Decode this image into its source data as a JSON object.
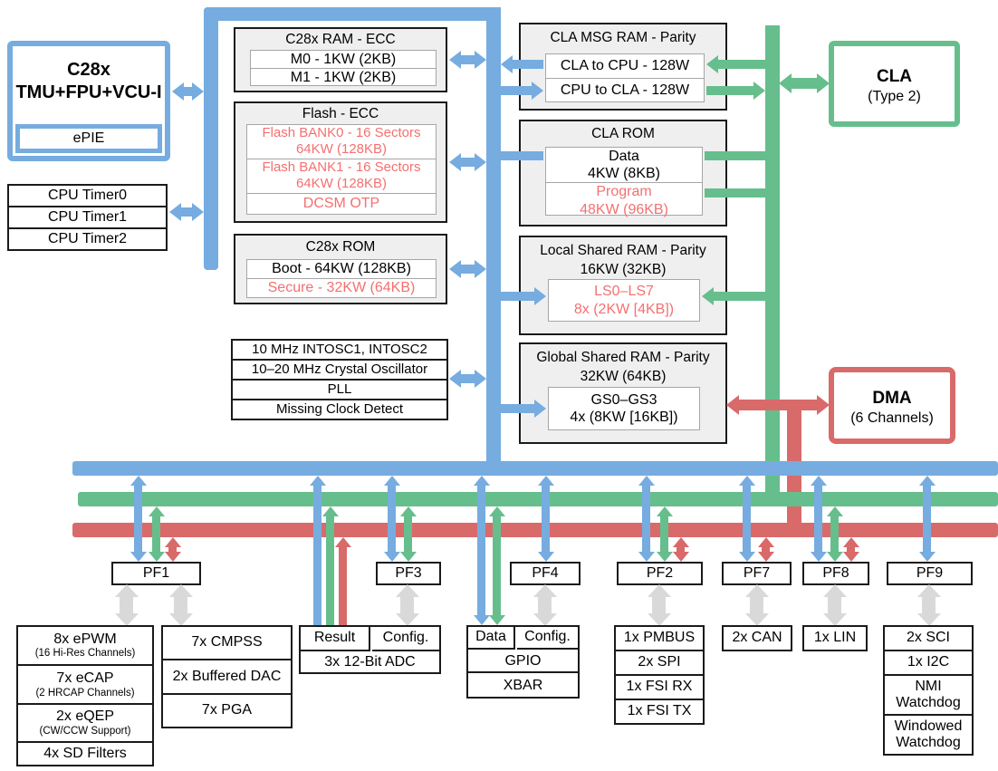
{
  "colors": {
    "blue": "#76ACDF",
    "green": "#66BE8D",
    "red": "#D96A6A",
    "redtext": "#F47070",
    "grayarrow": "#D9D9D9",
    "grayblock": "#EFEFEF"
  },
  "cpu": {
    "title": "C28x\nTMU+FPU+VCU-I",
    "sub": "ePIE"
  },
  "timers": {
    "rows": [
      "CPU Timer0",
      "CPU Timer1",
      "CPU Timer2"
    ]
  },
  "c28x_ram": {
    "title": "C28x RAM - ECC",
    "rows": [
      "M0 - 1KW (2KB)",
      "M1 - 1KW (2KB)"
    ]
  },
  "flash": {
    "title": "Flash - ECC",
    "rows": [
      "Flash BANK0 - 16 Sectors\n64KW (128KB)",
      "Flash BANK1 - 16 Sectors\n64KW (128KB)",
      "DCSM OTP"
    ]
  },
  "c28x_rom": {
    "title": "C28x ROM",
    "row_boot": "Boot - 64KW (128KB)",
    "row_secure": "Secure - 32KW (64KB)"
  },
  "clock": {
    "rows": [
      "10 MHz INTOSC1, INTOSC2",
      "10–20 MHz Crystal Oscillator",
      "PLL",
      "Missing Clock Detect"
    ]
  },
  "cla_msg": {
    "title": "CLA MSG RAM - Parity",
    "rows": [
      "CLA to CPU - 128W",
      "CPU to CLA - 128W"
    ]
  },
  "cla_rom": {
    "title": "CLA ROM",
    "data": "Data\n4KW (8KB)",
    "program": "Program\n48KW (96KB)"
  },
  "ls_ram": {
    "title": "Local Shared RAM - Parity\n16KW (32KB)",
    "inner": "LS0–LS7\n8x (2KW [4KB])"
  },
  "gs_ram": {
    "title": "Global Shared RAM - Parity\n32KW (64KB)",
    "inner": "GS0–GS3\n4x (8KW [16KB])"
  },
  "cla": {
    "title": "CLA",
    "sub": "(Type 2)"
  },
  "dma": {
    "title": "DMA",
    "sub": "(6 Channels)"
  },
  "pf": {
    "pf1": "PF1",
    "pf3": "PF3",
    "pf4": "PF4",
    "pf2": "PF2",
    "pf7": "PF7",
    "pf8": "PF8",
    "pf9": "PF9"
  },
  "adc": {
    "result": "Result",
    "config": "Config.",
    "name": "3x 12-Bit ADC"
  },
  "gpio": {
    "data": "Data",
    "config": "Config.",
    "rows": [
      "GPIO",
      "XBAR"
    ]
  },
  "pf1_col1": {
    "rows": [
      {
        "main": "8x ePWM",
        "sub": "(16 Hi-Res Channels)"
      },
      {
        "main": "7x eCAP",
        "sub": "(2 HRCAP Channels)"
      },
      {
        "main": "2x eQEP",
        "sub": "(CW/CCW Support)"
      },
      {
        "main": "4x SD Filters",
        "sub": ""
      }
    ]
  },
  "pf1_col2": {
    "rows": [
      "7x CMPSS",
      "2x Buffered DAC",
      "7x PGA"
    ]
  },
  "pf2_col": {
    "rows": [
      "1x PMBUS",
      "2x SPI",
      "1x FSI RX",
      "1x FSI TX"
    ]
  },
  "pf7_col": {
    "rows": [
      "2x CAN"
    ]
  },
  "pf8_col": {
    "rows": [
      "1x LIN"
    ]
  },
  "pf9_col": {
    "rows": [
      "2x SCI",
      "1x I2C",
      "NMI\nWatchdog",
      "Windowed\nWatchdog"
    ]
  }
}
